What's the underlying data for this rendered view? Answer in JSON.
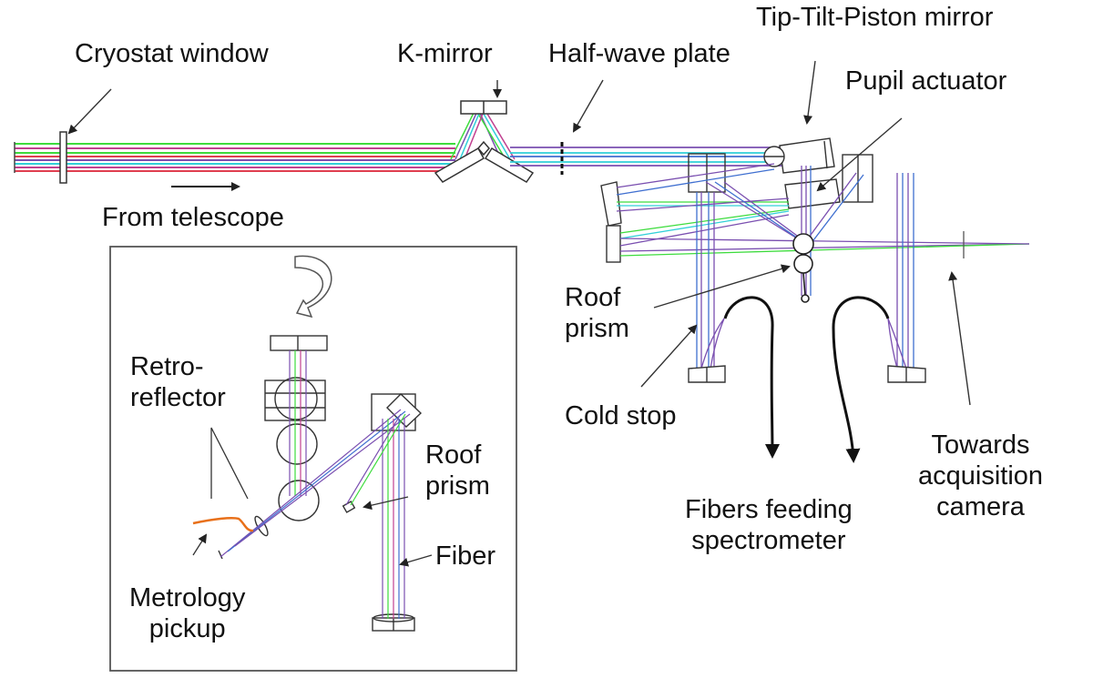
{
  "title": "Optical layout of beam combiner",
  "labels": {
    "cryostat_window": "Cryostat window",
    "k_mirror": "K-mirror",
    "half_wave_plate": "Half-wave plate",
    "tip_tilt_piston": "Tip-Tilt-Piston mirror",
    "pupil_actuator": "Pupil actuator",
    "from_telescope": "From telescope",
    "roof_prism_main": "Roof\nprism",
    "cold_stop": "Cold stop",
    "fibers_feeding": "Fibers feeding\nspectrometer",
    "towards_acq": "Towards\nacquisition\ncamera",
    "retro_reflector": "Retro-\nreflector",
    "roof_prism_inset": "Roof\nprism",
    "fiber": "Fiber",
    "metrology_pickup": "Metrology\npickup"
  },
  "colors": {
    "ink": "#111111",
    "outline": "#444444",
    "beam_green": "#3ddc3d",
    "beam_magenta": "#c04090",
    "beam_cyan": "#30d0d8",
    "beam_purple": "#7a4fb0",
    "beam_red": "#e04050",
    "beam_blue": "#3f6fd0",
    "metrology_orange": "#e8701a"
  }
}
